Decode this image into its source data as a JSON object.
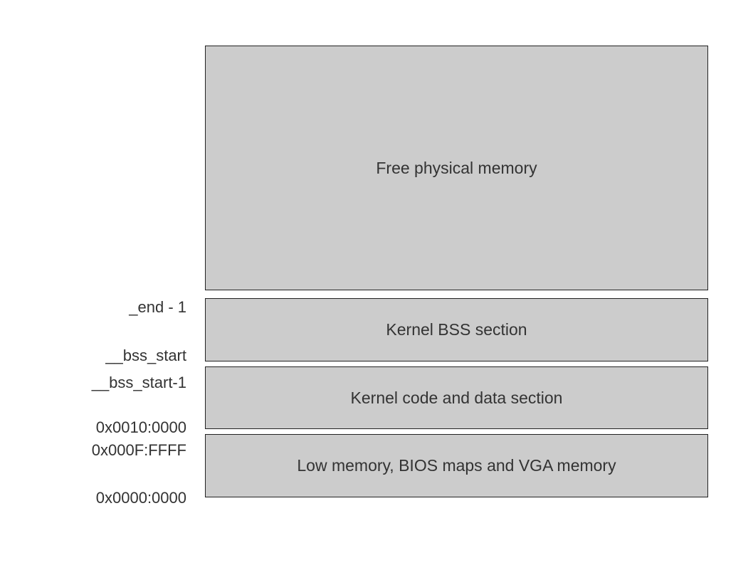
{
  "regions": [
    {
      "label": "Free physical memory"
    },
    {
      "label": "Kernel BSS section"
    },
    {
      "label": "Kernel code and data section"
    },
    {
      "label": "Low memory, BIOS maps and VGA memory"
    }
  ],
  "addresses": {
    "end_minus_1": "_end - 1",
    "bss_start": "__bss_start",
    "bss_start_minus_1": "__bss_start-1",
    "kernel_base": "0x0010:0000",
    "low_top": "0x000F:FFFF",
    "low_base": "0x0000:0000"
  }
}
